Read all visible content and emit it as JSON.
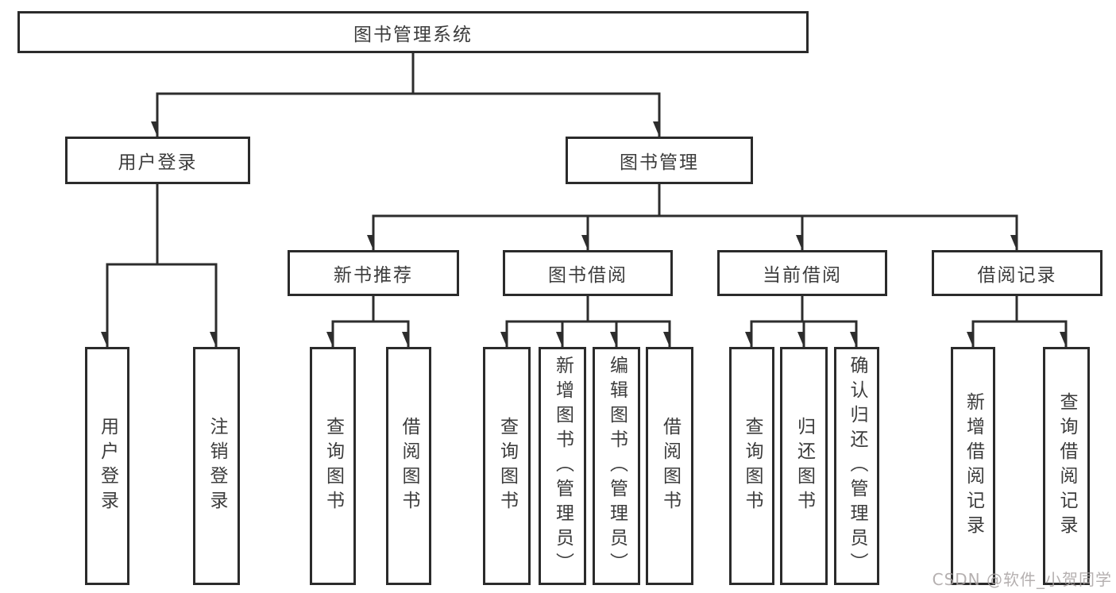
{
  "diagram_title": "图书管理系统",
  "nodes": {
    "root": "图书管理系统",
    "user_login": "用户登录",
    "book_mgmt": "图书管理",
    "new_rec": "新书推荐",
    "book_borrow": "图书借阅",
    "cur_borrow": "当前借阅",
    "bor_record": "借阅记录",
    "leaf_login": "用户登录",
    "leaf_logout": "注销登录",
    "leaf_rec_query": "查询图书",
    "leaf_rec_borrow": "借阅图书",
    "leaf_bb_query": "查询图书",
    "leaf_bb_add": "新增图书（管理员）",
    "leaf_bb_edit": "编辑图书（管理员）",
    "leaf_bb_borrow": "借阅图书",
    "leaf_cb_query": "查询图书",
    "leaf_cb_return": "归还图书",
    "leaf_cb_confirm": "确认归还（管理员）",
    "leaf_br_add": "新增借阅记录",
    "leaf_br_query": "查询借阅记录"
  },
  "watermark": "CSDN @软件_小贺同学",
  "colors": {
    "line": "#2d2d2d",
    "box_border": "#2b2b2b",
    "text": "#3c3c3c",
    "background": "#ffffff",
    "watermark": "#a8a2a2"
  }
}
